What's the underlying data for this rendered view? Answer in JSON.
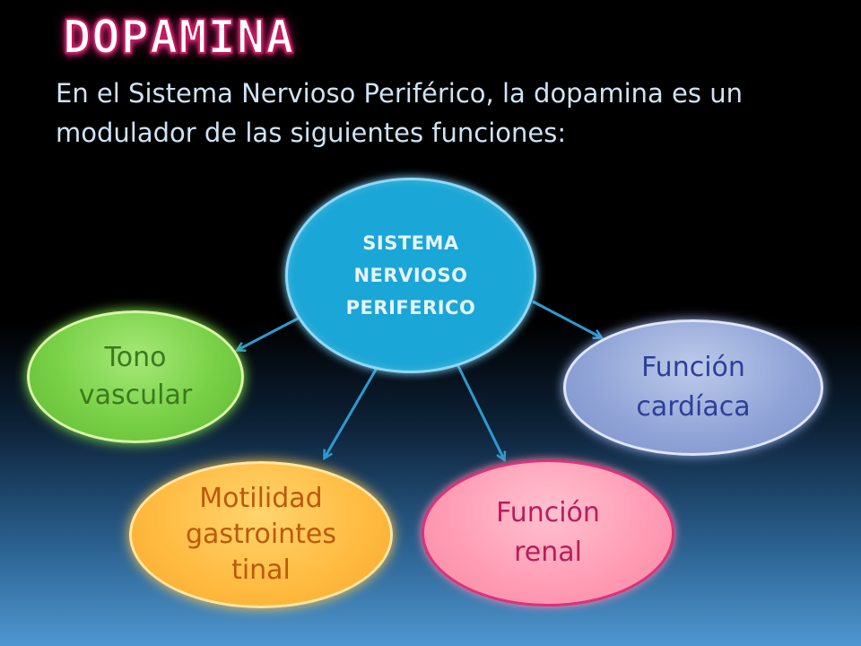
{
  "title": "DOPAMINA",
  "intro": "En el Sistema Nervioso Periférico, la dopamina es un modulador de las siguientes  funciones:",
  "diagram": {
    "center": {
      "line1": "SISTEMA",
      "line2": "NERVIOSO",
      "line3": "PERIFERICO"
    },
    "nodes": {
      "tono": {
        "line1": "Tono",
        "line2": "vascular"
      },
      "cardiaca": {
        "line1": "Función",
        "line2": "cardíaca"
      },
      "motilidad": {
        "line1": "Motilidad",
        "line2": "gastrointes",
        "line3": "tinal"
      },
      "renal": {
        "line1": "Función",
        "line2": "renal"
      }
    }
  },
  "colors": {
    "arrow": "#2d9ad0",
    "center": "#1aa6d6",
    "tono": "#78d046",
    "cardiaca": "#8ea2d6",
    "motilidad": "#ffba3f",
    "renal": "#ff9bb3",
    "title_glow": "#ff2d8a"
  }
}
